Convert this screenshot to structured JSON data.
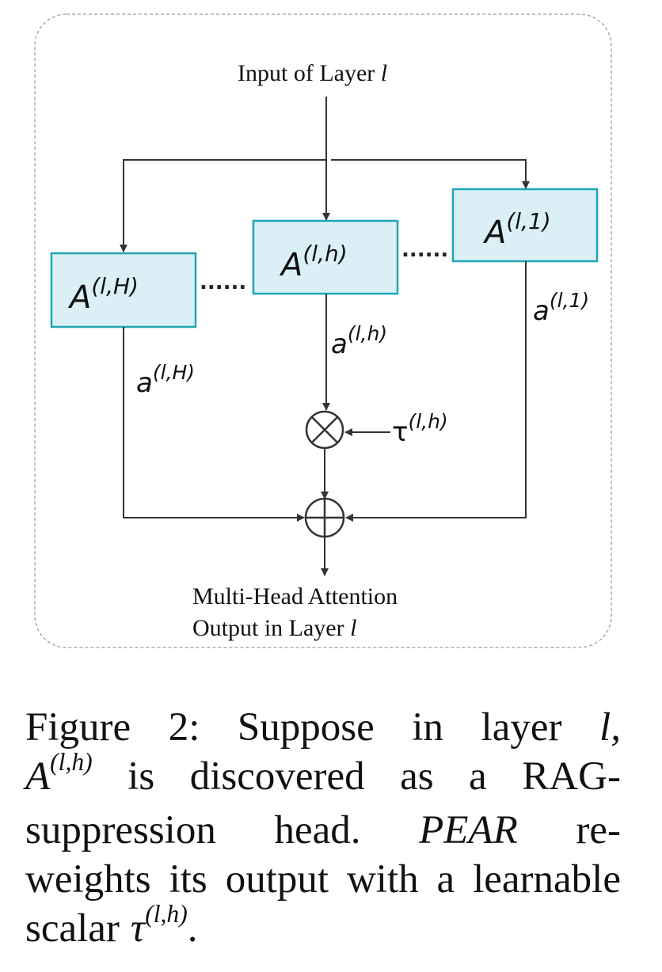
{
  "diagram": {
    "input_label": "Input of Layer",
    "layer_symbol": "l",
    "heads": [
      {
        "id": "H",
        "base": "A",
        "sup": "(l,H)",
        "output": "a",
        "output_sup": "(l,H)"
      },
      {
        "id": "h",
        "base": "A",
        "sup": "(l,h)",
        "output": "a",
        "output_sup": "(l,h)"
      },
      {
        "id": "1",
        "base": "A",
        "sup": "(l,1)",
        "output": "a",
        "output_sup": "(l,1)"
      }
    ],
    "scalar_base": "τ",
    "scalar_sup": "(l,h)",
    "output_label_line1": "Multi-Head Attention",
    "output_label_line2": "Output in Layer",
    "ellipsis": "......",
    "box_fill": "#daf0f6",
    "box_stroke": "#1fa6b5",
    "line_color": "#333333"
  },
  "caption": {
    "line1": [
      "Figure",
      "2:",
      "Suppose",
      "in",
      "layer",
      "l,"
    ],
    "line2_sup": "(l,h)",
    "line2_rest": [
      "is",
      "discovered",
      "as",
      "a",
      "RAG-"
    ],
    "line3": [
      "suppression",
      "head.",
      "PEAR",
      "re-"
    ],
    "line4": [
      "weights",
      "its",
      "output",
      "with",
      "a",
      "learnable"
    ],
    "line5_word": "scalar",
    "line5_sup": "(l,h)",
    "line5_end": "."
  }
}
